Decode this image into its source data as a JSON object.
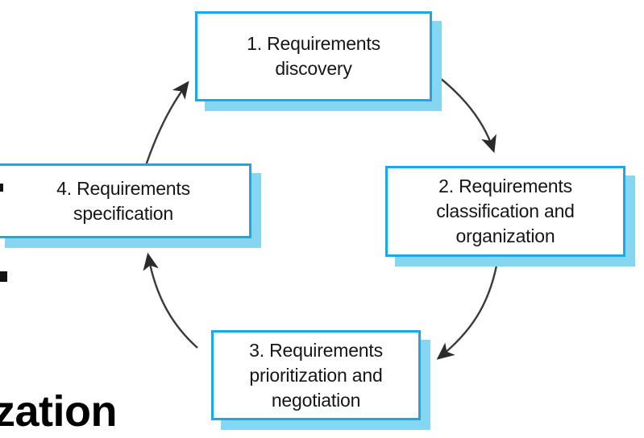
{
  "slide": {
    "title_visible_fragment": "zation",
    "background_color": "#ffffff"
  },
  "theme": {
    "box_border_color": "#19A8E8",
    "box_fill_color": "#ffffff",
    "box_shadow_color": "#86D6F2",
    "text_color": "#161616",
    "arrow_color": "#333333",
    "title_color": "#000000"
  },
  "diagram": {
    "type": "cycle",
    "steps": [
      {
        "number": "1.",
        "label": "1. Requirements\ndiscovery",
        "line1": "1. Requirements",
        "line2": "discovery",
        "position": "top"
      },
      {
        "number": "2.",
        "label": "2. Requirements\nclassification and\norganization",
        "line1": "2. Requirements",
        "line2": "classification and",
        "line3": "organization",
        "position": "right"
      },
      {
        "number": "3.",
        "label": "3. Requirements\nprioritization and\nnegotiation",
        "line1": "3. Requirements",
        "line2": "prioritization and",
        "line3": "negotiation",
        "position": "bottom"
      },
      {
        "number": "4.",
        "label": "4. Requirements\nspecification",
        "line1": "4. Requirements",
        "line2": "specification",
        "position": "left"
      }
    ],
    "arrows": [
      {
        "from": "1",
        "to": "2",
        "direction": "clockwise"
      },
      {
        "from": "2",
        "to": "3",
        "direction": "clockwise"
      },
      {
        "from": "3",
        "to": "4",
        "direction": "clockwise"
      },
      {
        "from": "4",
        "to": "1",
        "direction": "clockwise"
      }
    ]
  }
}
